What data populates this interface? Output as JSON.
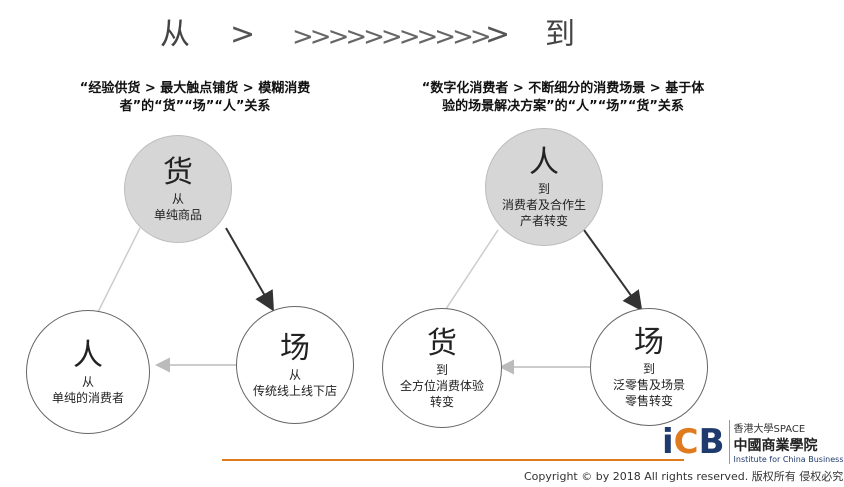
{
  "header": {
    "from_word": "从",
    "to_word": "到",
    "chevron_single": ">",
    "chevron_repeat": ">>>>>>>>>>>",
    "chevron_after": ">"
  },
  "left_panel": {
    "description": "“经验供货 > 最大触点铺货 > 模糊消费者”的“货”“场”“人”关系",
    "top_node": {
      "title": "货",
      "prefix": "从",
      "text": "单纯商品"
    },
    "left_node": {
      "title": "人",
      "prefix": "从",
      "text": "单纯的消费者"
    },
    "right_node": {
      "title": "场",
      "prefix": "从",
      "text": "传统线上线下店"
    }
  },
  "right_panel": {
    "description": "“数字化消费者 > 不断细分的消费场景 > 基于体验的场景解决方案”的“人”“场”“货”关系",
    "top_node": {
      "title": "人",
      "prefix": "到",
      "text": "消费者及合作生产者转变"
    },
    "left_node": {
      "title": "货",
      "prefix": "到",
      "text": "全方位消费体验转变"
    },
    "right_node": {
      "title": "场",
      "prefix": "到",
      "text": "泛零售及场景零售转变"
    }
  },
  "footer": {
    "copyright": "Copyright © by 2018 All rights reserved. 版权所有 侵权必究"
  },
  "logo": {
    "mark_i": "i",
    "mark_c": "C",
    "mark_b": "B",
    "line1": "香港大學SPACE",
    "line2": "中國商業學院",
    "line3": "Institute for China Business"
  },
  "colors": {
    "grey_circle": "#d6d6d6",
    "accent_orange": "#e07a1f",
    "logo_blue": "#1f3a6d"
  }
}
